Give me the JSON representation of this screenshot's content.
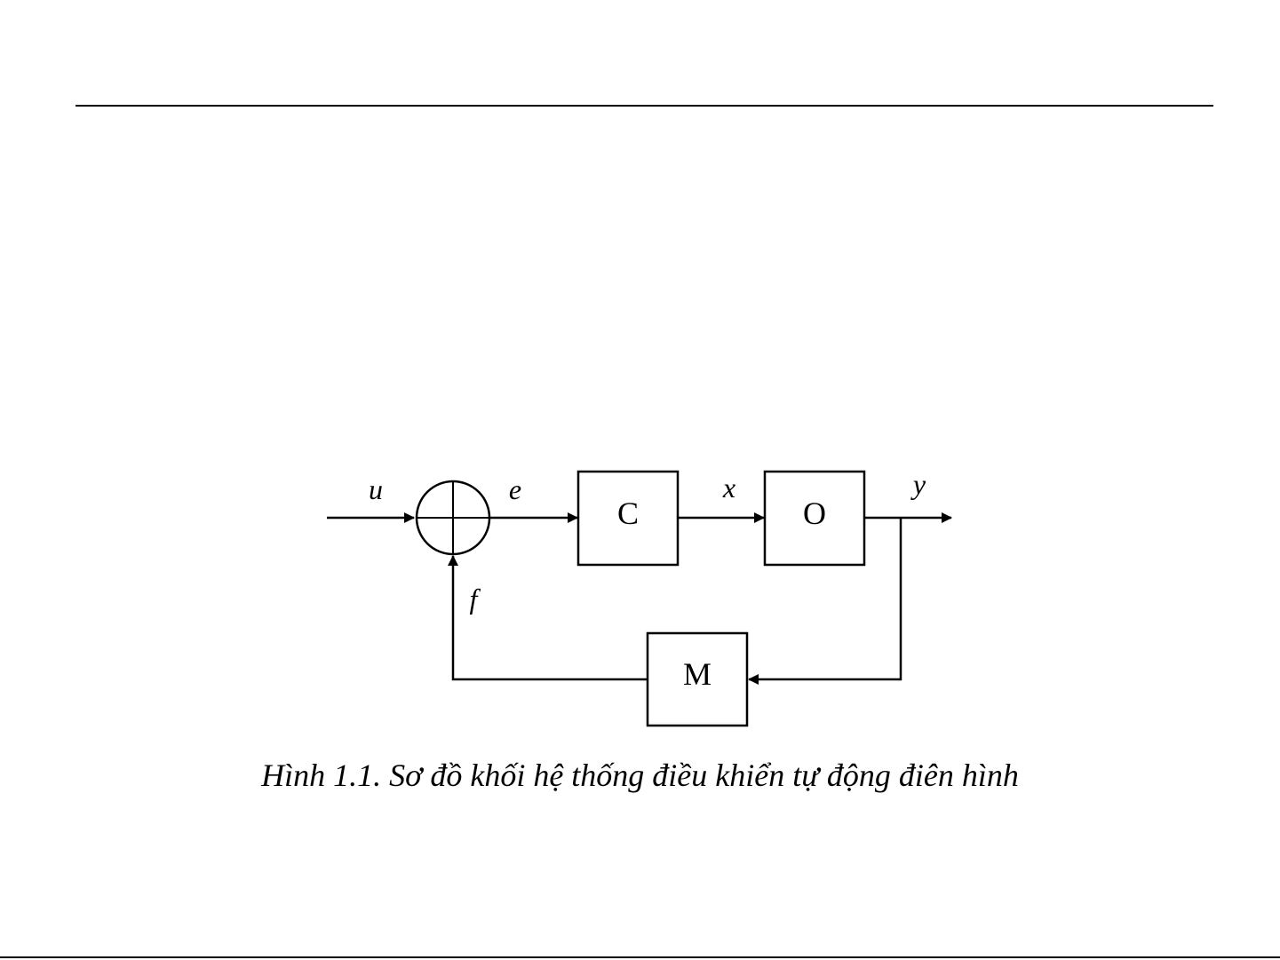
{
  "blocks": {
    "controller": "C",
    "plant": "O",
    "measurement": "M"
  },
  "signals": {
    "input": "u",
    "error": "e",
    "control": "x",
    "output": "y",
    "feedback": "f"
  },
  "caption": "Hình 1.1. Sơ đồ khối hệ thống điều khiển tự động điên hình"
}
